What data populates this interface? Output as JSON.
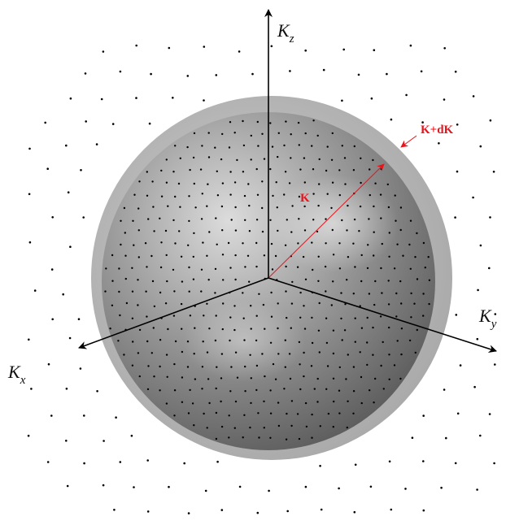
{
  "labels": {
    "kz": {
      "main": "K",
      "sub": "z"
    },
    "ky": {
      "main": "K",
      "sub": "y"
    },
    "kx": {
      "main": "K",
      "sub": "x"
    },
    "k": "K",
    "kdk": "K+dK"
  },
  "colors": {
    "accent": "#e8141c",
    "axis": "#000000",
    "shell": "#b9b9b9",
    "sphere_dark": "#4a4a4a",
    "sphere_light": "#d8d8d8"
  }
}
